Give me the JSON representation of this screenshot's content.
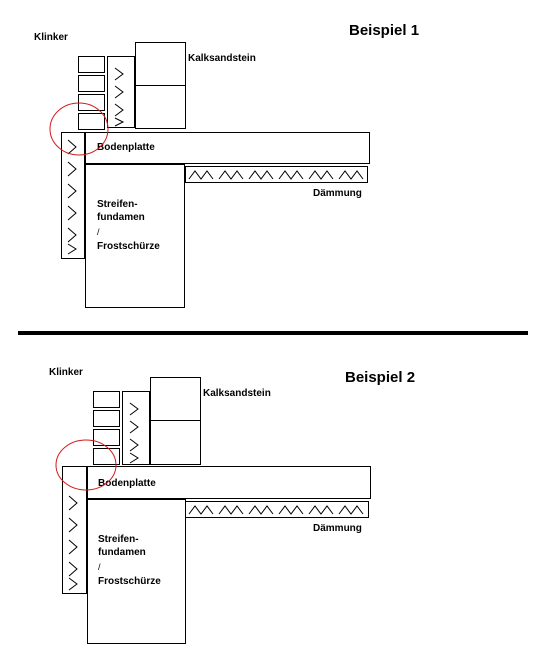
{
  "examples": [
    {
      "title": "Beispiel 1",
      "klinker": "Klinker",
      "kalksandstein": "Kalksandstein",
      "bodenplatte": "Bodenplatte",
      "daemmung": "Dämmung",
      "fundament_line1": "Streifen-",
      "fundament_line2": "fundamen",
      "fundament_line3": "/",
      "fundament_line4": "Frostschürze"
    },
    {
      "title": "Beispiel 2",
      "klinker": "Klinker",
      "kalksandstein": "Kalksandstein",
      "bodenplatte": "Bodenplatte",
      "daemmung": "Dämmung",
      "fundament_line1": "Streifen-",
      "fundament_line2": "fundamen",
      "fundament_line3": "/",
      "fundament_line4": "Frostschürze"
    }
  ],
  "colors": {
    "lines": "#000000",
    "highlight_circle": "#d11a1a"
  }
}
